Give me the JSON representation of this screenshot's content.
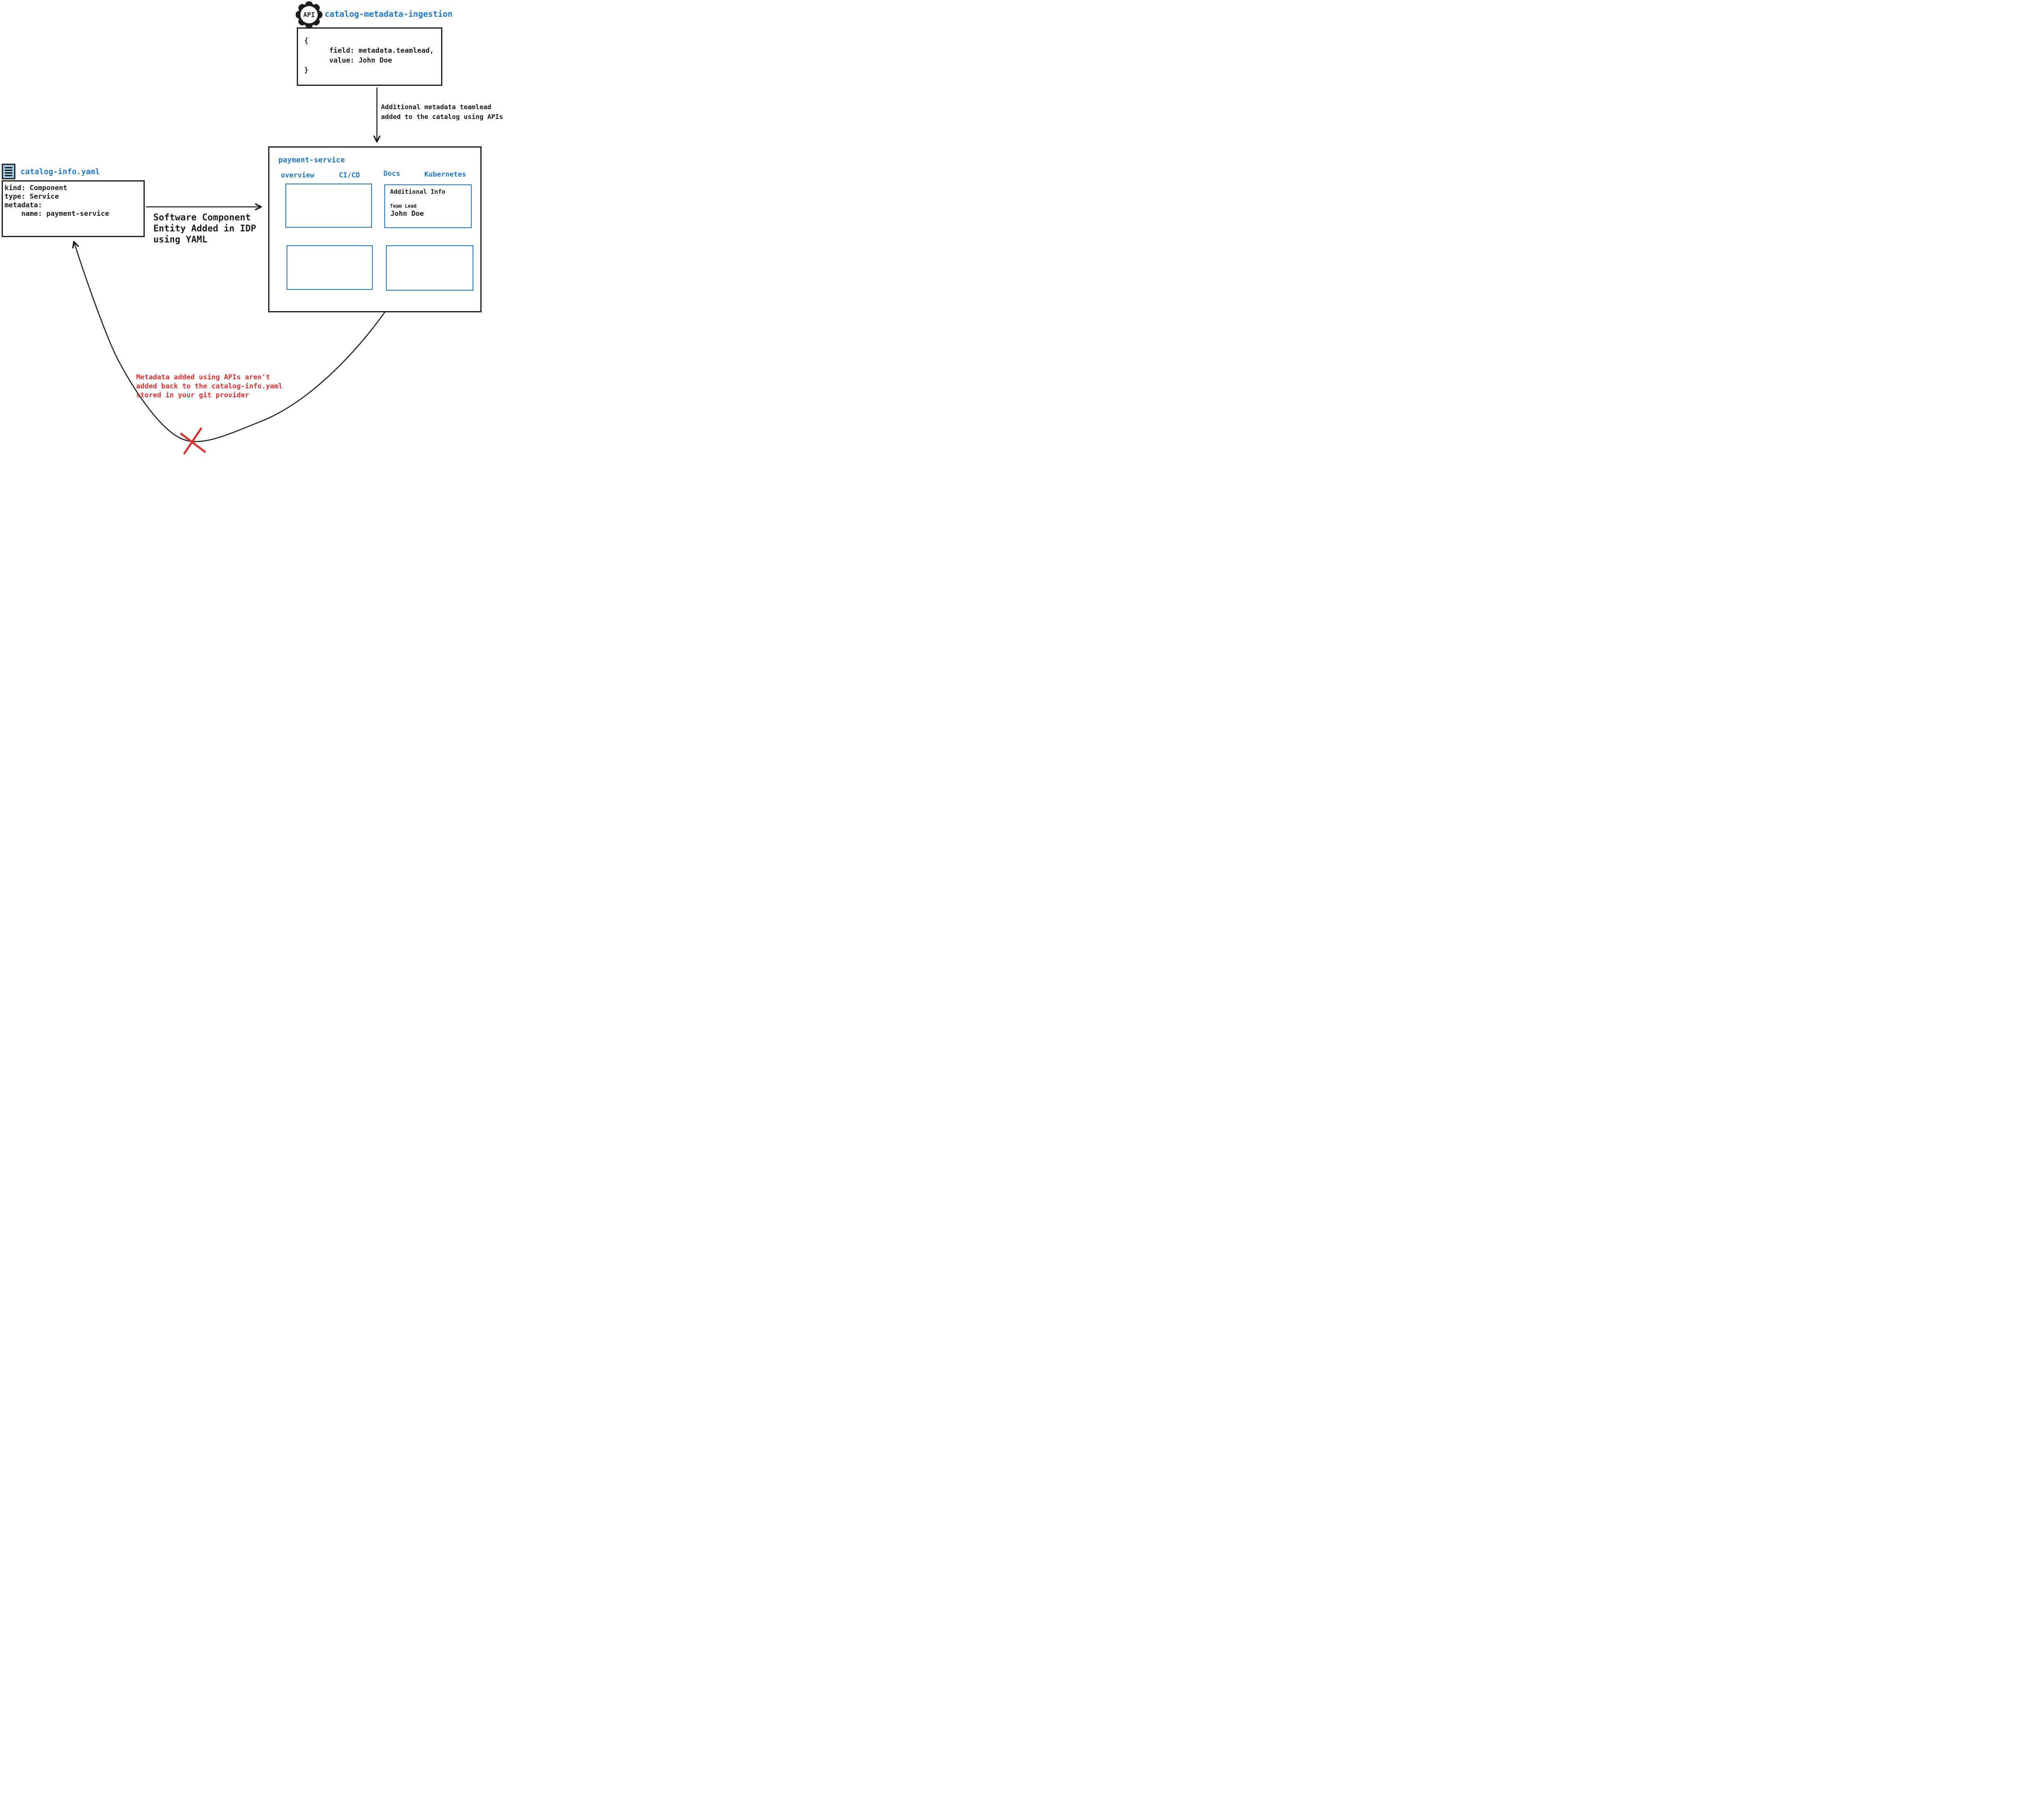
{
  "palette": {
    "ink": "#1e1e1e",
    "blue": "#1f78c8",
    "light_blue": "#a8d7f5",
    "red": "#e03131",
    "background": "#ffffff"
  },
  "api": {
    "icon": "api-gear-icon",
    "icon_label": "API",
    "title": "catalog-metadata-ingestion",
    "code_lines": [
      "{",
      "      field: metadata.teamlead,",
      "      value: John Doe",
      "}"
    ]
  },
  "flow_api_to_service": {
    "label_lines": [
      "Additional metadata teamlead",
      "added to the catalog using APIs"
    ]
  },
  "service": {
    "title": "payment-service",
    "tabs": [
      "overview",
      "CI/CD",
      "Docs",
      "Kubernetes"
    ],
    "panel": {
      "title": "Additional Info",
      "field_label": "Team Lead",
      "field_value": "John Doe"
    }
  },
  "yaml": {
    "icon": "document-icon",
    "title": "catalog-info.yaml",
    "code_lines": [
      "kind: Component",
      "type: Service",
      "metadata:",
      "    name: payment-service"
    ]
  },
  "flow_yaml_to_service": {
    "label_lines": [
      "Software Component",
      "Entity Added in IDP",
      "using YAML"
    ]
  },
  "return_flow": {
    "blocked": true,
    "note_lines": [
      "Metadata added using APIs aren't",
      "added back to the catalog-info.yaml",
      "stored in your git provider"
    ]
  }
}
